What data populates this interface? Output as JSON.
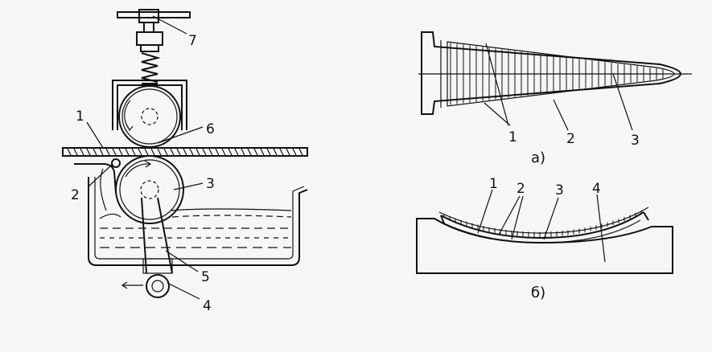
{
  "labels": {
    "left": {
      "l1": "1",
      "l2": "2",
      "l3": "3",
      "l4": "4",
      "l5": "5",
      "l6": "6",
      "l7": "7"
    },
    "top_right": {
      "l1": "1",
      "l2": "2",
      "l3": "3",
      "caption": "а)"
    },
    "bottom_right": {
      "l1": "1",
      "l2": "2",
      "l3": "3",
      "l4": "4",
      "caption": "б)"
    }
  },
  "colors": {
    "ink": "#111111",
    "paper": "#f6f6f4"
  }
}
